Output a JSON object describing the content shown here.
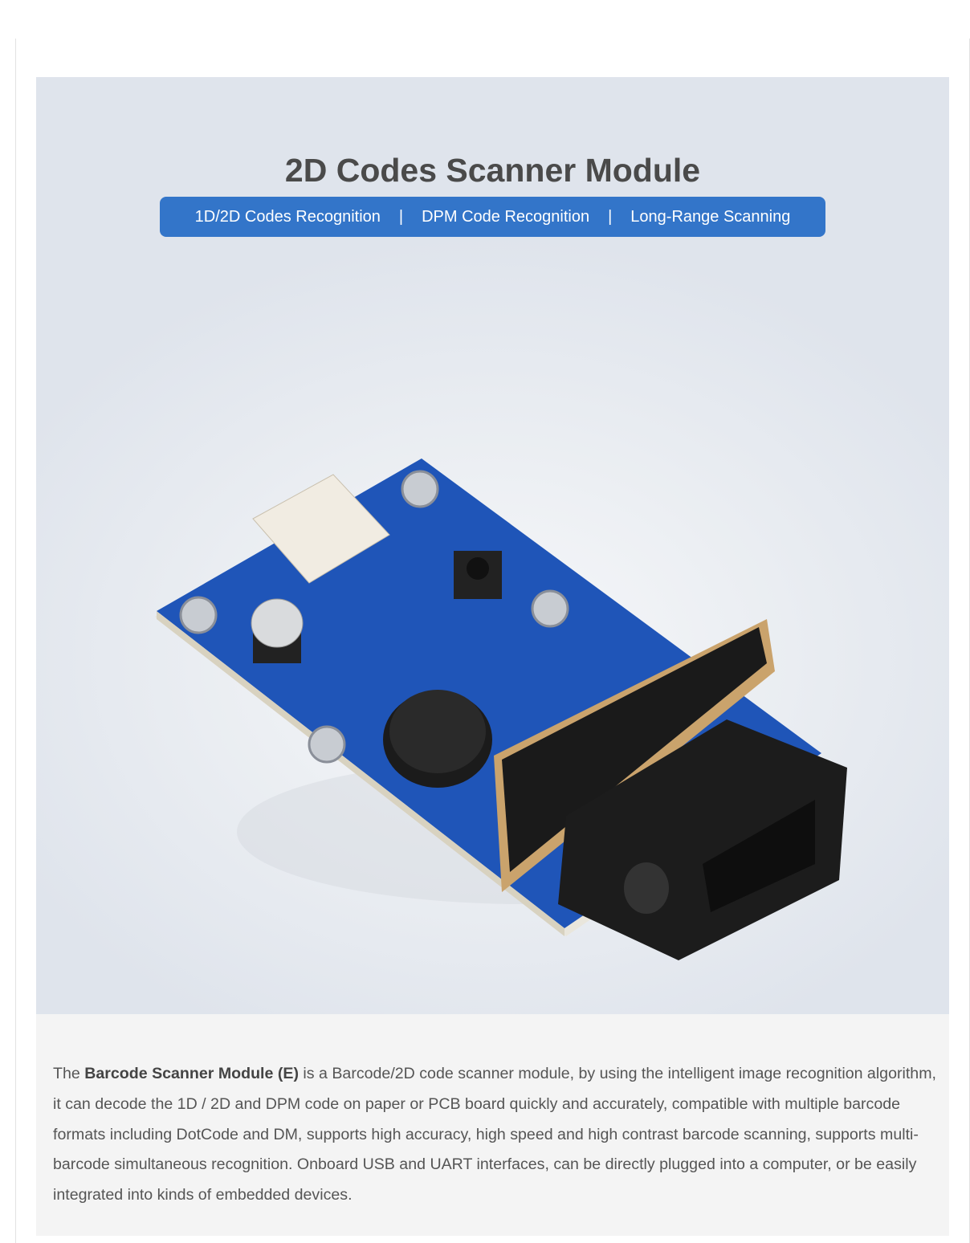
{
  "hero": {
    "title": "2D Codes Scanner Module",
    "features": [
      "1D/2D Codes Recognition",
      "DPM Code Recognition",
      "Long-Range Scanning"
    ],
    "separator": "|",
    "accent_color": "#3375c9"
  },
  "description": {
    "intro": "The ",
    "product_name": "Barcode Scanner Module (E)",
    "body": " is a Barcode/2D code scanner module, by using the intelligent image recognition algorithm, it can decode the 1D / 2D and DPM code on paper or PCB board quickly and accurately, compatible with multiple barcode formats including DotCode and DM, supports high accuracy, high speed and high contrast barcode scanning, supports multi-barcode simultaneous recognition. Onboard USB and UART interfaces, can be directly plugged into a computer, or be easily integrated into kinds of embedded devices."
  }
}
